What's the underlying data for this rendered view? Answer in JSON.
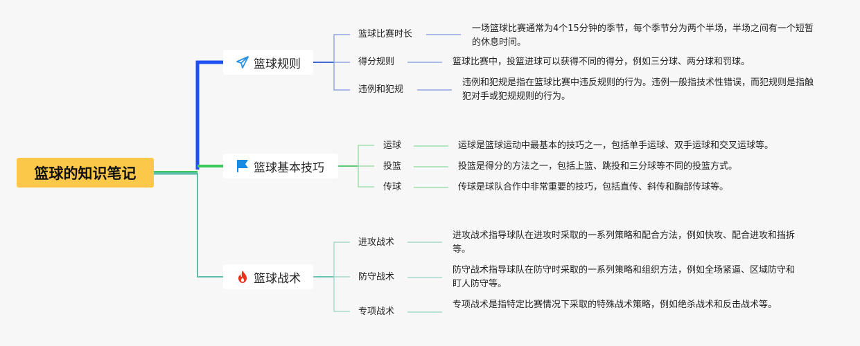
{
  "root": {
    "title": "篮球的知识笔记"
  },
  "branches": [
    {
      "title": "篮球规则",
      "icon": "paper-plane-icon",
      "color": "#1f4ff0",
      "children": [
        {
          "label": "篮球比赛时长",
          "desc": "一场篮球比赛通常为4个15分钟的季节，每个季节分为两个半场，半场之间有一个短暂的休息时间。"
        },
        {
          "label": "得分规则",
          "desc": "篮球比赛中，投篮进球可以获得不同的得分，例如三分球、两分球和罚球。"
        },
        {
          "label": "违例和犯规",
          "desc": "违例和犯规是指在篮球比赛中违反规则的行为。违例一般指技术性错误，而犯规则是指触犯对手或犯规规则的行为。"
        }
      ]
    },
    {
      "title": "篮球基本技巧",
      "icon": "flag-icon",
      "color": "#3cc85a",
      "children": [
        {
          "label": "运球",
          "desc": "运球是篮球运动中最基本的技巧之一，包括单手运球、双手运球和交叉运球等。"
        },
        {
          "label": "投篮",
          "desc": "投篮是得分的方法之一，包括上篮、跳投和三分球等不同的投篮方式。"
        },
        {
          "label": "传球",
          "desc": "传球是球队合作中非常重要的技巧，包括直传、斜传和胸部传球等。"
        }
      ]
    },
    {
      "title": "篮球战术",
      "icon": "fire-icon",
      "color": "#5bbfa8",
      "children": [
        {
          "label": "进攻战术",
          "desc": "进攻战术指导球队在进攻时采取的一系列策略和配合方法，例如快攻、配合进攻和挡拆等。"
        },
        {
          "label": "防守战术",
          "desc": "防守战术指导球队在防守时采取的一系列策略和组织方法，例如全场紧逼、区域防守和盯人防守等。"
        },
        {
          "label": "专项战术",
          "desc": "专项战术是指特定比赛情况下采取的特殊战术策略，例如绝杀战术和反击战术等。"
        }
      ]
    }
  ]
}
